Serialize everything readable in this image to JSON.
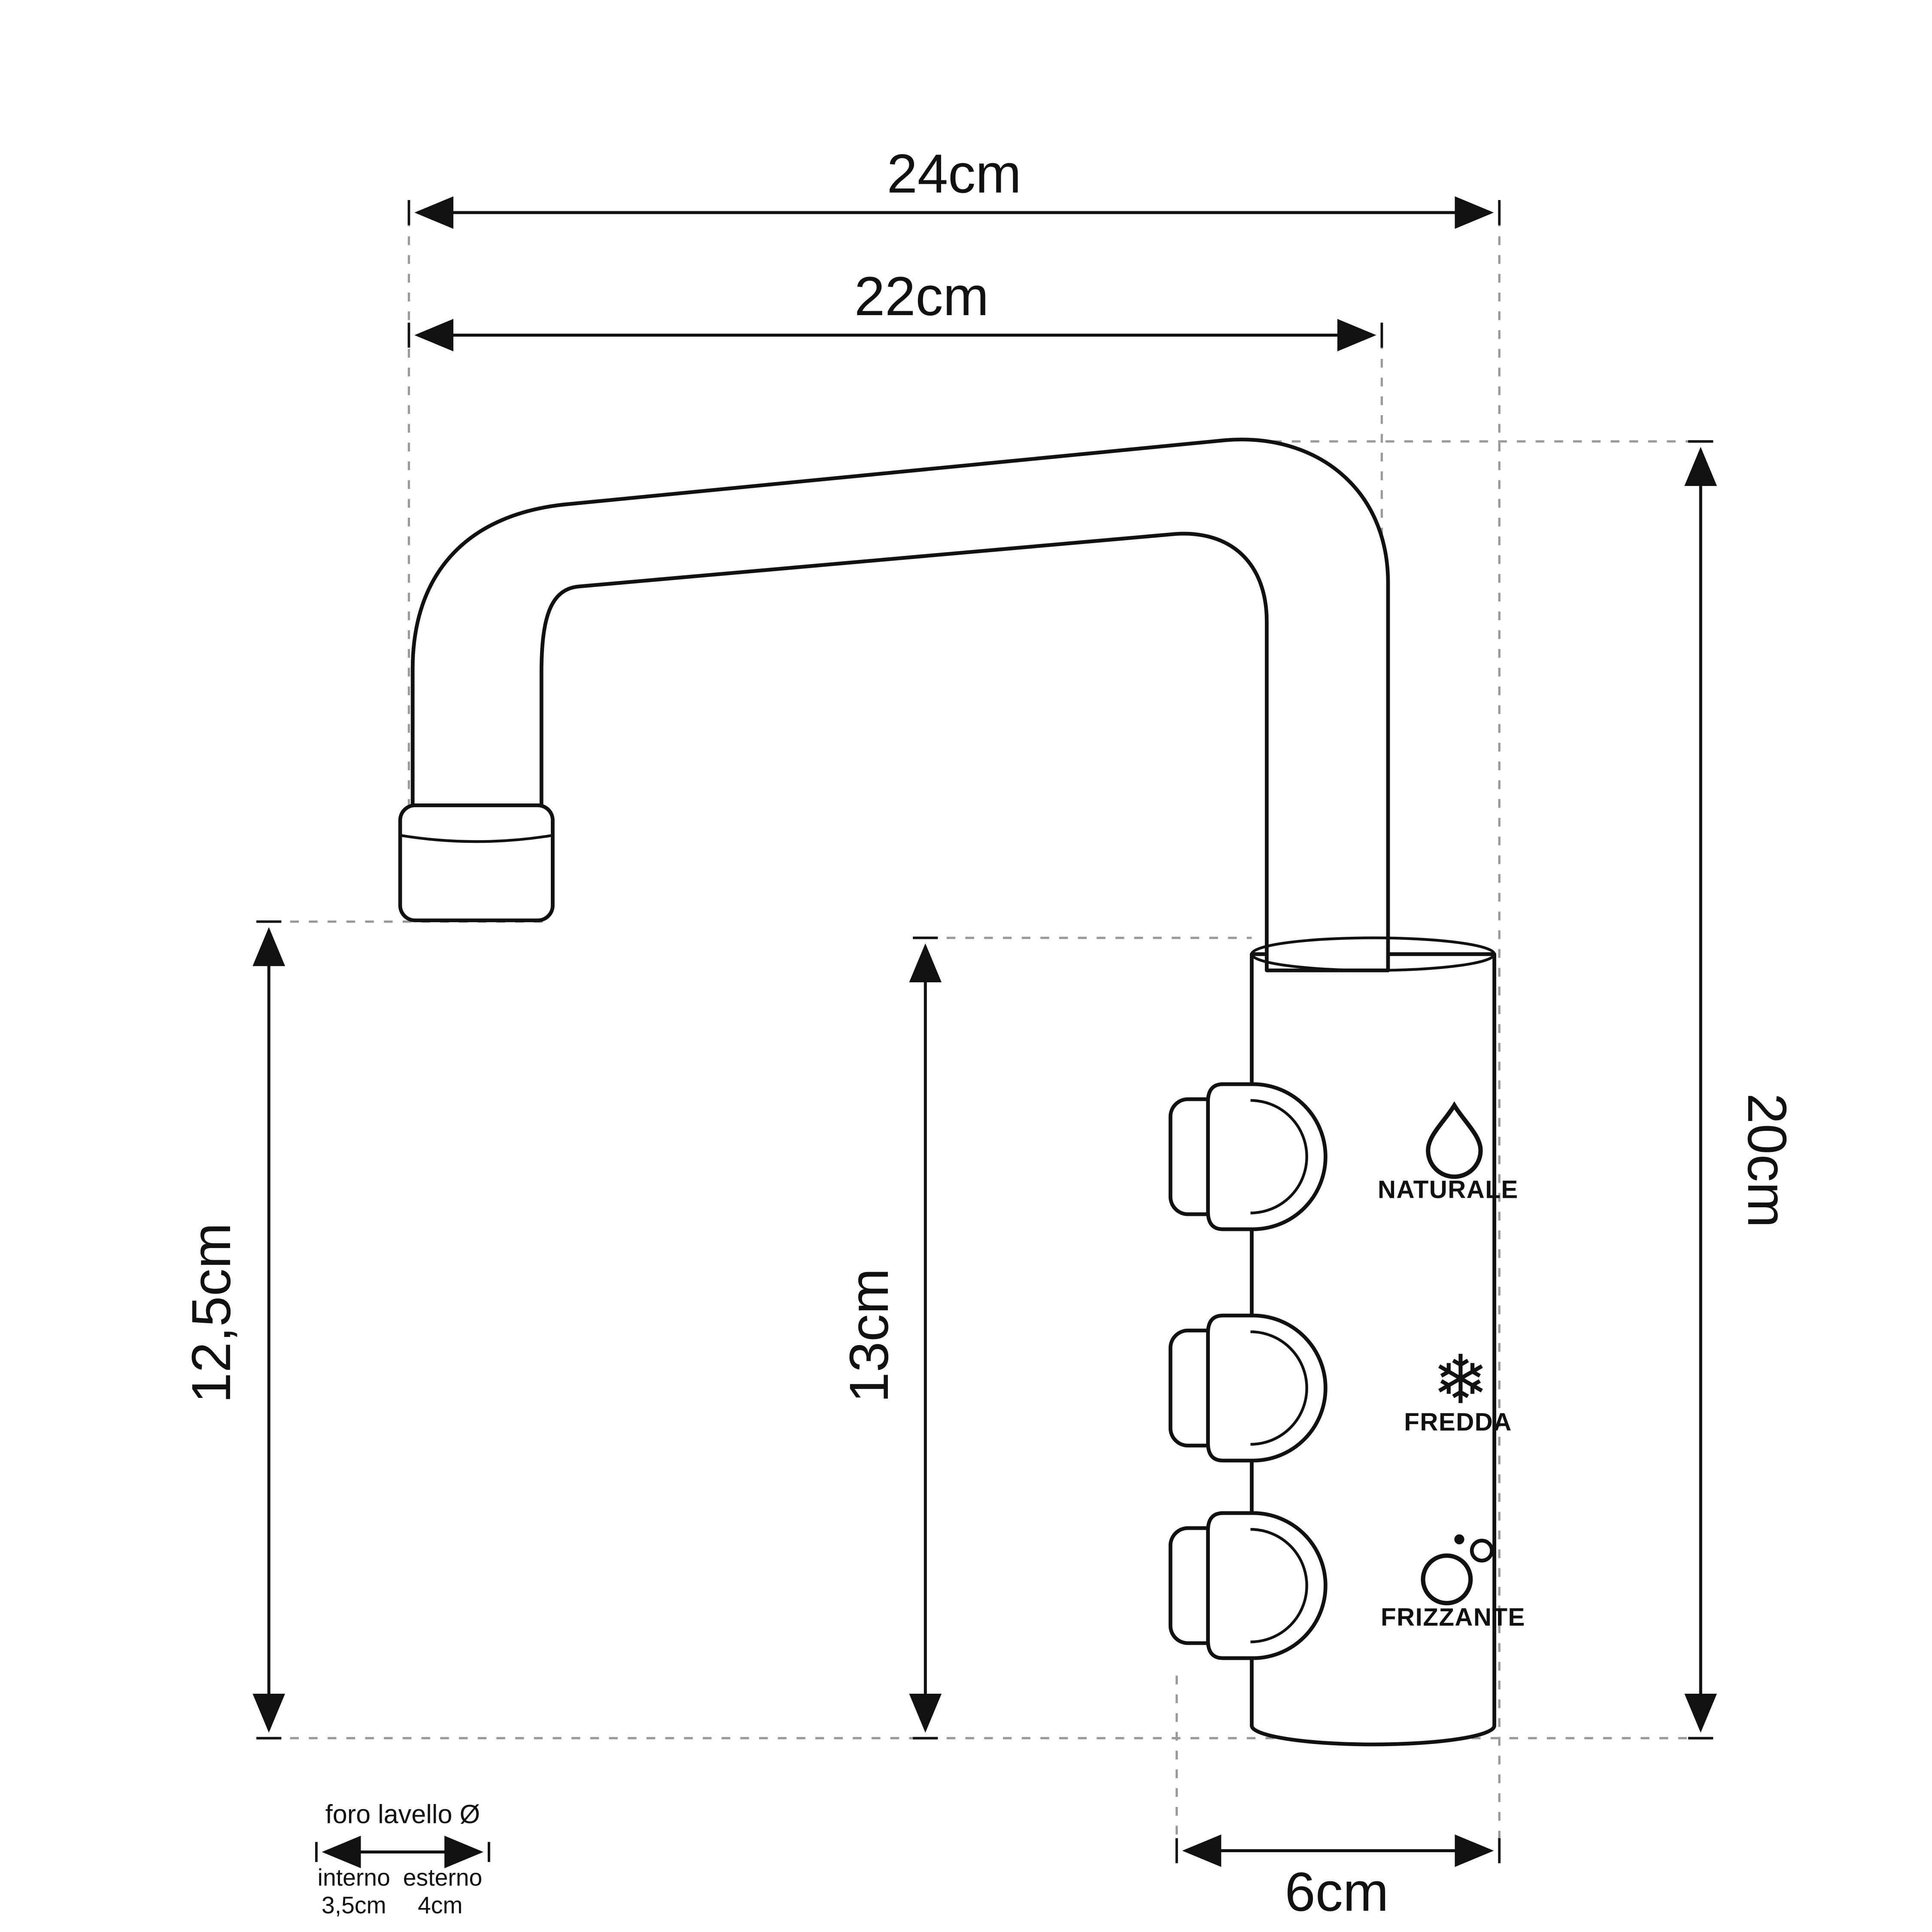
{
  "diagram": {
    "type": "technical-drawing",
    "subject": "3-way kitchen water tap with dimensions",
    "colors": {
      "background": "#ffffff",
      "outline": "#111111",
      "extension_lines": "#9a9a9a"
    },
    "dimensions": {
      "top_width": "24cm",
      "spout_reach": "22cm",
      "total_height": "20cm",
      "spout_height": "12,5cm",
      "body_height": "13cm",
      "base_width": "6cm"
    },
    "outlet_labels": {
      "naturale": "NATURALE",
      "fredda": "FREDDA",
      "frizzante": "FRIZZANTE"
    },
    "icons": {
      "naturale": "water-drop-icon",
      "fredda": "snowflake-icon",
      "frizzante": "bubbles-icon",
      "snowflake_glyph": "❄"
    },
    "sink_hole_note": {
      "title": "foro lavello Ø",
      "inner_label": "interno",
      "outer_label": "esterno",
      "inner_value": "3,5cm",
      "outer_value": "4cm"
    }
  }
}
